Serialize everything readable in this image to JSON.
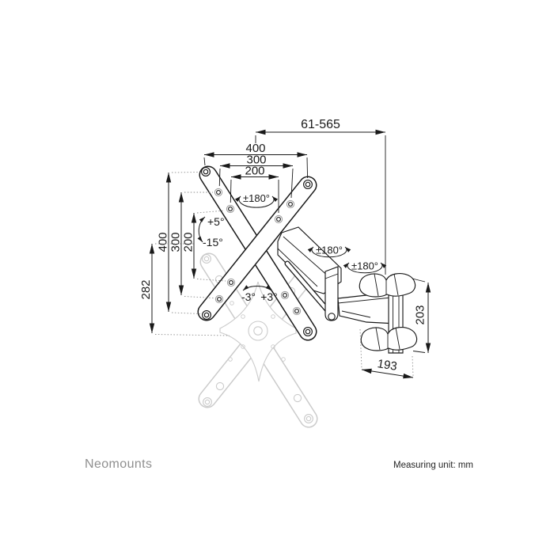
{
  "page": {
    "background": "#ffffff"
  },
  "brand": {
    "name": "Neomounts",
    "color": "#8f8f8f"
  },
  "footer": {
    "measuring_unit_label": "Measuring unit: mm"
  },
  "drawing": {
    "line_color": "#1a1a1a",
    "ghost_color": "#cbcbcb",
    "dimensions": {
      "arm_extension_range": "61-565",
      "plate_width_outer": "400",
      "plate_width_middle": "300",
      "plate_width_inner": "200",
      "plate_height_outer": "400",
      "plate_height_middle": "300",
      "plate_height_inner": "200",
      "drop_height": "282",
      "wall_plate_height": "203",
      "wall_plate_width": "193"
    },
    "rotations": {
      "plate_swivel": "±180°",
      "arm_swivel": "±180°",
      "wall_swivel": "±180°",
      "tilt_up": "+5°",
      "tilt_down": "-15°",
      "roll_left": "-3°",
      "roll_right": "+3°"
    }
  }
}
